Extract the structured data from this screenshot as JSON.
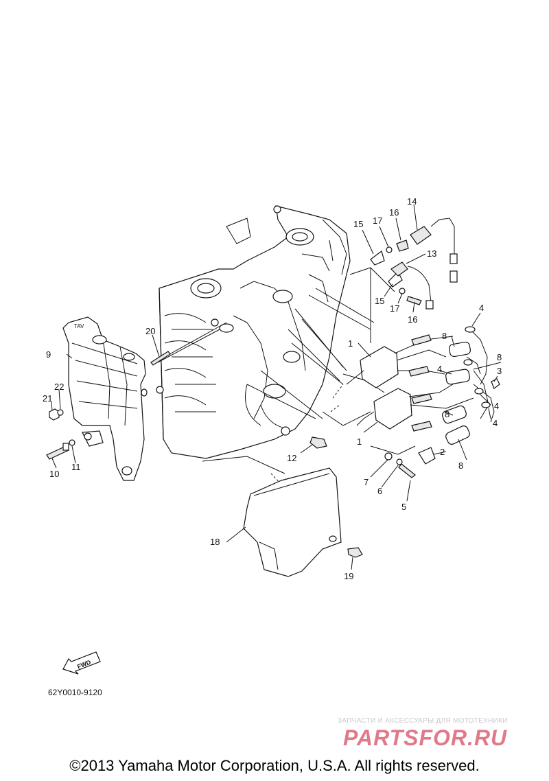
{
  "callouts": {
    "c1a": "1",
    "c1b": "1",
    "c2": "2",
    "c3": "3",
    "c4a": "4",
    "c4b": "4",
    "c4c": "4",
    "c4d": "4",
    "c5": "5",
    "c6": "6",
    "c7": "7",
    "c8a": "8",
    "c8b": "8",
    "c8c": "8",
    "c9": "9",
    "c10": "10",
    "c11": "11",
    "c12": "12",
    "c13": "13",
    "c14": "14",
    "c15a": "15",
    "c15b": "15",
    "c16a": "16",
    "c16b": "16",
    "c17a": "17",
    "c17b": "17",
    "c18": "18",
    "c19": "19",
    "c20": "20",
    "c21": "21",
    "c22": "22"
  },
  "fwd_label": "FWD",
  "bracket_label": "TAV",
  "diagram_code": "62Y0010-9120",
  "watermark": {
    "tagline": "ЗАПЧАСТИ И АКСЕССУАРЫ ДЛЯ МОТОТЕХНИКИ",
    "logo_text": "PARTSFOR.RU",
    "color": "#e07a8a"
  },
  "copyright": "©2013 Yamaha Motor Corporation, U.S.A. All rights reserved."
}
